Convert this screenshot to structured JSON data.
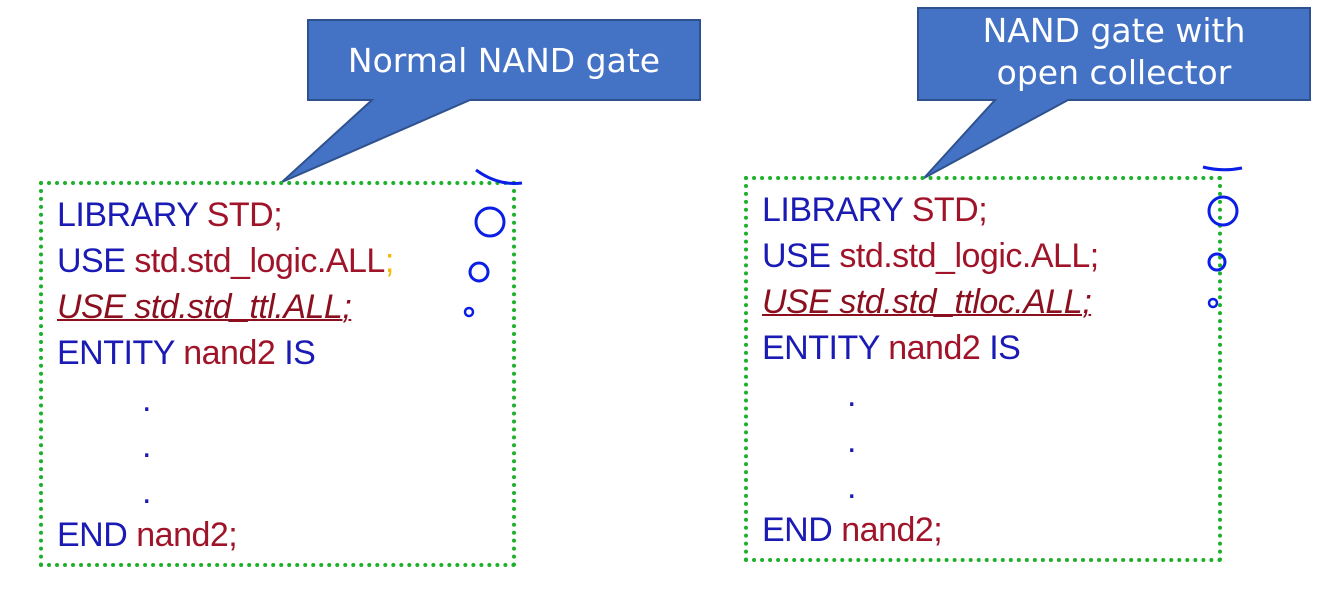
{
  "callouts": [
    {
      "text": "Normal NAND gate"
    },
    {
      "line1": "NAND gate with",
      "line2": "open collector"
    }
  ],
  "panels": [
    {
      "lines": {
        "library_kw": "LIBRARY",
        "library_id": "STD;",
        "use1_kw": "USE",
        "use1_id": "std.std_logic.ALL",
        "use1_semi": ";",
        "use2": "USE std.std_ttl.ALL;",
        "entity_kw": "ENTITY",
        "entity_id": "nand2",
        "entity_is": "IS",
        "dot": ".",
        "end_kw": "END",
        "end_id": "nand2;"
      }
    },
    {
      "lines": {
        "library_kw": "LIBRARY",
        "library_id": "STD;",
        "use1_kw": "USE",
        "use1_id": "std.std_logic.ALL;",
        "use2": "USE std.std_ttloc.ALL;",
        "entity_kw": "ENTITY",
        "entity_id": "nand2",
        "entity_is": "IS",
        "dot": ".",
        "end_kw": "END",
        "end_id": "nand2;"
      }
    }
  ],
  "colors": {
    "callout_fill": "#4472c4",
    "callout_border": "#2f528f",
    "keyword": "#1a1ab4",
    "identifier": "#a0142a",
    "box_border": "#1db02a",
    "bubble": "#0a1ee6"
  }
}
